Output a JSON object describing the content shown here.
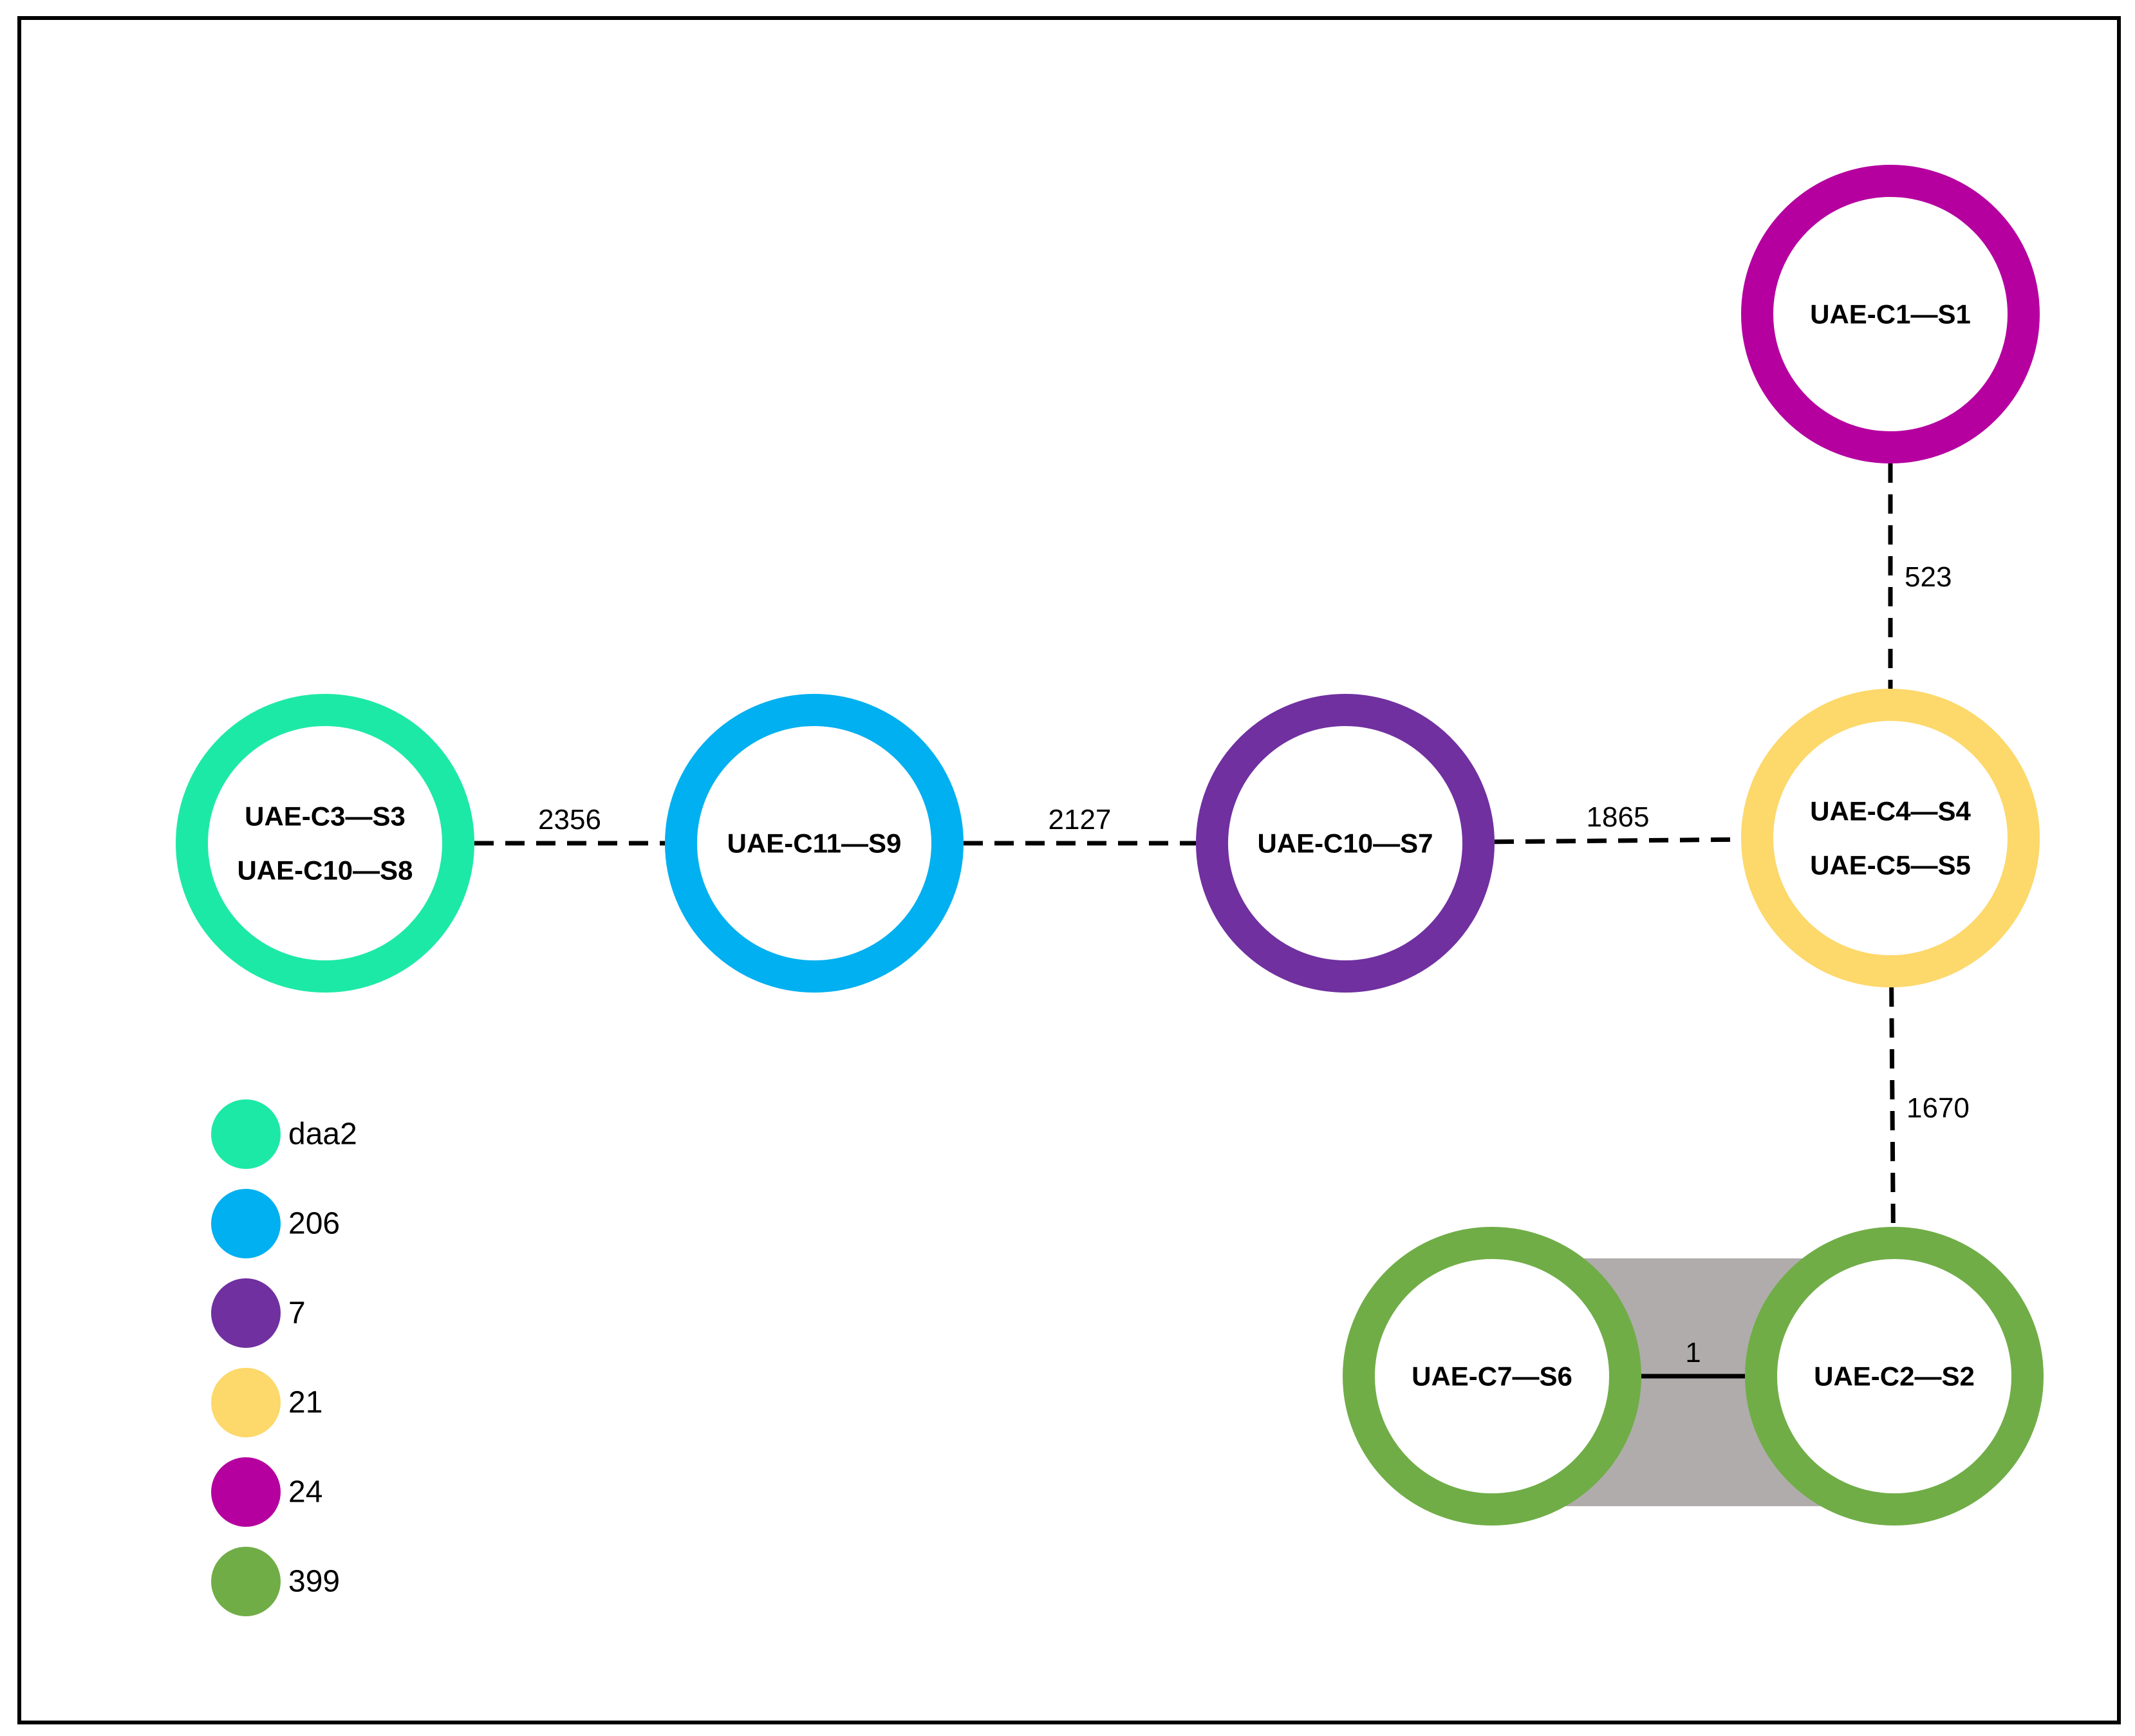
{
  "nodes": [
    {
      "id": "n1",
      "labels": [
        "UAE-C1—S1"
      ],
      "color": "#b5009f"
    },
    {
      "id": "n45",
      "labels": [
        "UAE-C4—S4",
        "UAE-C5—S5"
      ],
      "color": "#fdd86a"
    },
    {
      "id": "n38",
      "labels": [
        "UAE-C3—S3",
        "UAE-C10—S8"
      ],
      "color": "#1de9a6"
    },
    {
      "id": "n9",
      "labels": [
        "UAE-C11—S9"
      ],
      "color": "#00b0f0"
    },
    {
      "id": "n7",
      "labels": [
        "UAE-C10—S7"
      ],
      "color": "#7030a0"
    },
    {
      "id": "n6",
      "labels": [
        "UAE-C7—S6"
      ],
      "color": "#70ad47"
    },
    {
      "id": "n2",
      "labels": [
        "UAE-C2—S2"
      ],
      "color": "#70ad47"
    }
  ],
  "edges": [
    {
      "from": "n38",
      "to": "n9",
      "label": "2356",
      "style": "dashed"
    },
    {
      "from": "n9",
      "to": "n7",
      "label": "2127",
      "style": "dashed"
    },
    {
      "from": "n7",
      "to": "n45",
      "label": "1865",
      "style": "dashed"
    },
    {
      "from": "n1",
      "to": "n45",
      "label": "523",
      "style": "dashed"
    },
    {
      "from": "n45",
      "to": "n2",
      "label": "1670",
      "style": "dashed"
    },
    {
      "from": "n6",
      "to": "n2",
      "label": "1",
      "style": "solid"
    }
  ],
  "cluster": {
    "members": [
      "n6",
      "n2"
    ],
    "color": "#b0acab"
  },
  "legend": [
    {
      "label": "daa2",
      "color": "#1de9a6"
    },
    {
      "label": "206",
      "color": "#00b0f0"
    },
    {
      "label": "7",
      "color": "#7030a0"
    },
    {
      "label": "21",
      "color": "#fdd86a"
    },
    {
      "label": "24",
      "color": "#b5009f"
    },
    {
      "label": "399",
      "color": "#70ad47"
    }
  ]
}
